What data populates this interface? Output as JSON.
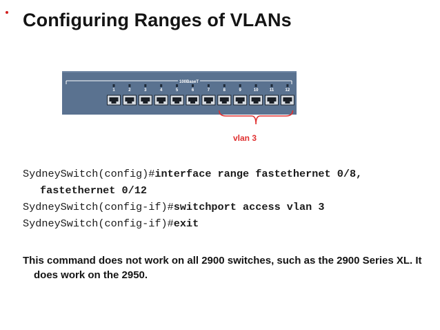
{
  "slide": {
    "title": "Configuring Ranges of VLANs",
    "bullet_color": "#d21f1f"
  },
  "figure": {
    "switch_label": "100BaseT",
    "port_numbers": [
      "1",
      "2",
      "3",
      "4",
      "5",
      "6",
      "7",
      "8",
      "9",
      "10",
      "11",
      "12"
    ],
    "bracket_label": "vlan 3",
    "bracketed_ports": [
      "8",
      "9",
      "10",
      "11",
      "12"
    ],
    "colors": {
      "switch_body": "#5a7290",
      "bracket": "#e03030"
    }
  },
  "code": [
    {
      "prompt": "SydneySwitch(config)#",
      "command": "interface range fastethernet 0/8,"
    },
    {
      "prompt": "",
      "command": "fastethernet 0/12"
    },
    {
      "prompt": "SydneySwitch(config-if)#",
      "command": "switchport access vlan 3"
    },
    {
      "prompt": "SydneySwitch(config-if)#",
      "command": "exit"
    }
  ],
  "note": "This command does not work on all 2900 switches, such as the 2900 Series XL.  It does work on the 2950."
}
